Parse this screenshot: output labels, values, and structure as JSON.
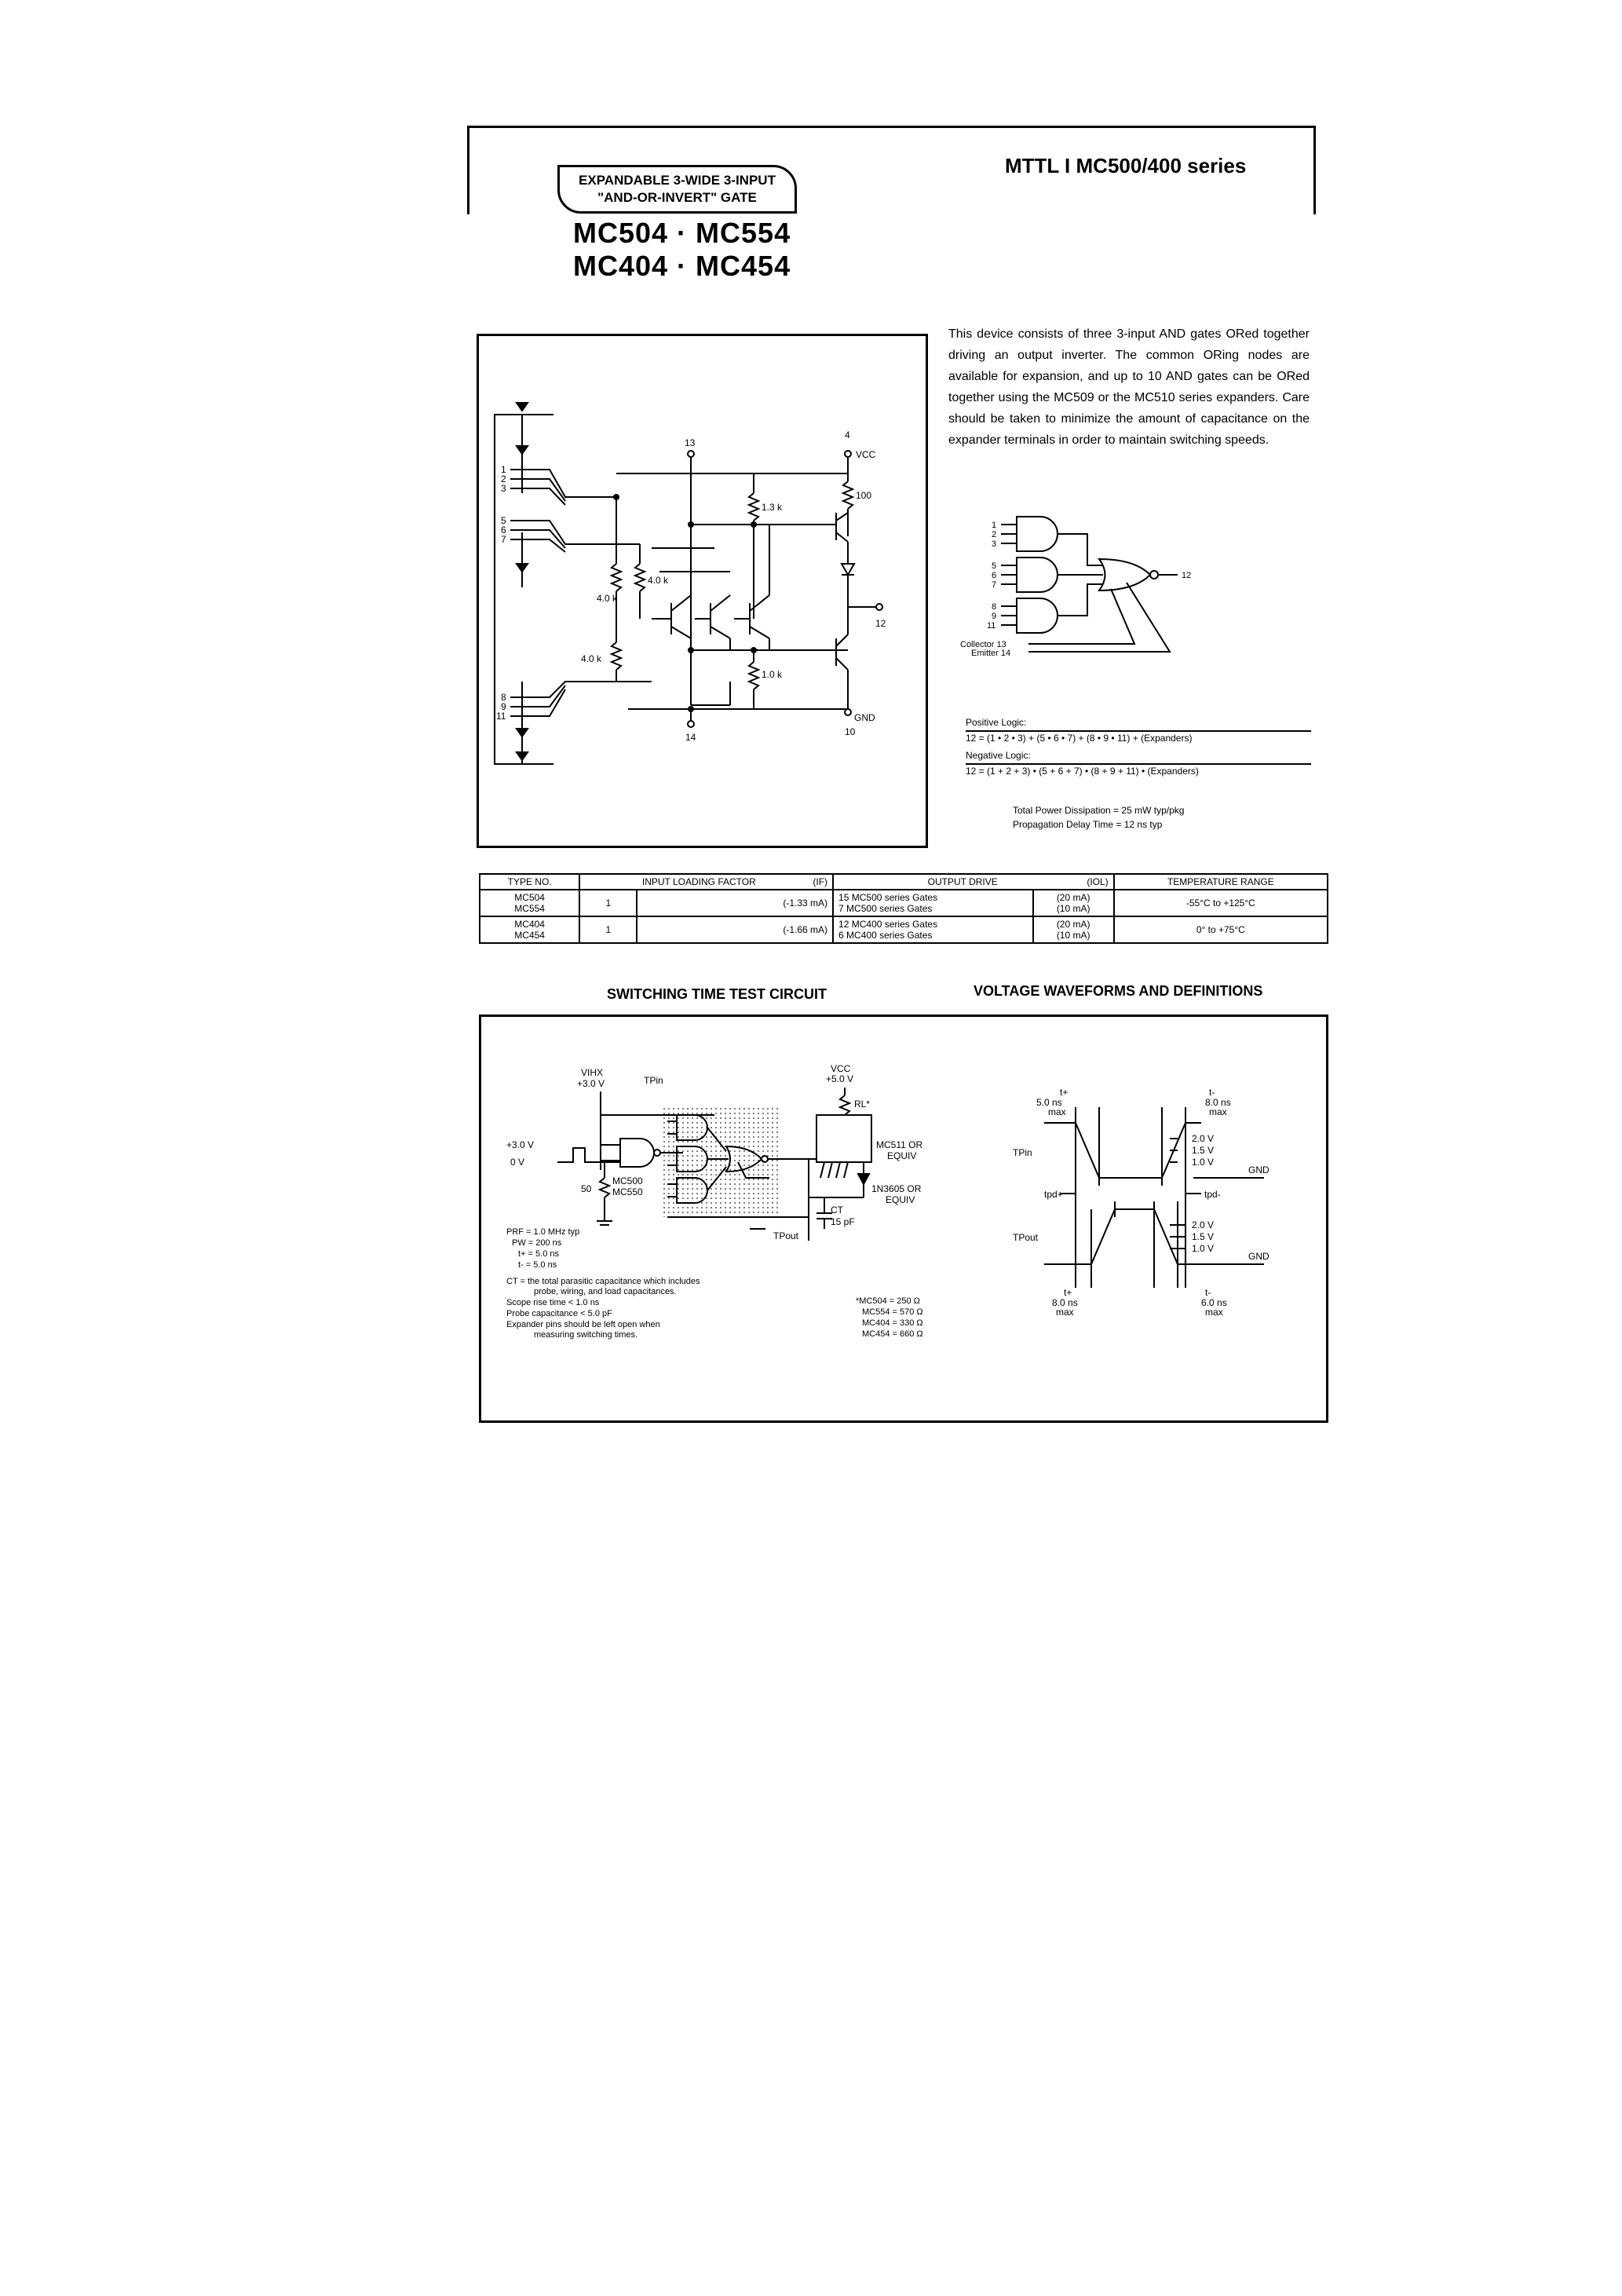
{
  "header": {
    "gate_line1": "EXPANDABLE 3-WIDE 3-INPUT",
    "gate_line2": "\"AND-OR-INVERT\" GATE",
    "series": "MTTL I MC500/400 series",
    "part_line1": "MC504 · MC554",
    "part_line2": "MC404 · MC454"
  },
  "description": "This device consists of three 3-input AND gates ORed together driving an output inverter. The common ORing nodes are available for expansion, and up to 10 AND gates can be ORed together using the MC509 or the MC510 series expanders. Care should be taken to minimize the amount of capacitance on the expander terminals in order to maintain switching speeds.",
  "schematic": {
    "pin13": "13",
    "pin4": "4",
    "vcc": "VCC",
    "r13k": "1.3 k",
    "r100": "100",
    "r40k_a": "4.0 k",
    "r40k_b": "4.0 k",
    "r40k_c": "4.0 k",
    "r10k": "1.0 k",
    "pin12": "12",
    "pin14": "14",
    "gnd": "GND",
    "pin10": "10",
    "in1": "1",
    "in2": "2",
    "in3": "3",
    "in5": "5",
    "in6": "6",
    "in7": "7",
    "in8": "8",
    "in9": "9",
    "in11": "11"
  },
  "logic": {
    "in1": "1",
    "in2": "2",
    "in3": "3",
    "in5": "5",
    "in6": "6",
    "in7": "7",
    "in8": "8",
    "in9": "9",
    "in11": "11",
    "out": "12",
    "collector": "Collector 13",
    "emitter": "Emitter 14",
    "positive_label": "Positive Logic:",
    "positive_eq": "12 = (1 • 2 • 3) + (5 • 6 • 7) + (8 • 9 • 11) + (Expanders)",
    "negative_label": "Negative Logic:",
    "negative_eq": "12 = (1 + 2 + 3) • (5 + 6 + 7) • (8 + 9 + 11) • (Expanders)",
    "power": "Total Power Dissipation = 25 mW typ/pkg",
    "delay": "Propagation Delay Time = 12 ns typ"
  },
  "spec_table": {
    "headers": [
      "TYPE NO.",
      "INPUT LOADING FACTOR",
      "(IF)",
      "OUTPUT DRIVE",
      "(IOL)",
      "TEMPERATURE RANGE"
    ],
    "rows": [
      {
        "types": "MC504\nMC554",
        "load": "1",
        "current": "(-1.33 mA)",
        "drive_a": "15   MC500 series Gates",
        "iol_a": "(20 mA)",
        "drive_b": "7   MC500 series Gates",
        "iol_b": "(10 mA)",
        "temp": "-55°C to +125°C"
      },
      {
        "types": "MC404\nMC454",
        "load": "1",
        "current": "(-1.66 mA)",
        "drive_a": "12   MC400 series Gates",
        "iol_a": "(20 mA)",
        "drive_b": "6   MC400 series Gates",
        "iol_b": "(10 mA)",
        "temp": "0° to +75°C"
      }
    ]
  },
  "sections": {
    "switching_title": "SWITCHING TIME TEST CIRCUIT",
    "waveform_title": "VOLTAGE WAVEFORMS AND DEFINITIONS"
  },
  "test_circuit": {
    "vihx": "VIHX",
    "v3": "+3.0 V",
    "tpin": "TPin",
    "vcc": "VCC",
    "v5": "+5.0 V",
    "rl": "RL*",
    "plus3": "+3.0 V",
    "zero": "0 V",
    "r50": "50",
    "mc500": "MC500",
    "mc550": "MC550",
    "mc511": "MC511 OR",
    "equiv1": "EQUIV",
    "diode": "1N3605 OR",
    "equiv2": "EQUIV",
    "ct": "CT",
    "ct_val": "15 pF",
    "tpout": "TPout",
    "prf": "PRF = 1.0 MHz typ",
    "pw": "PW = 200 ns",
    "tr": "t+ = 5.0 ns",
    "tf": "t- = 5.0 ns",
    "note1": "CT = the total parasitic capacitance which includes",
    "note1b": "probe, wiring, and load capacitances.",
    "note2": "Scope rise time < 1.0 ns",
    "note3": "Probe capacitance < 5.0 pF",
    "note4": "Expander pins should be left open when",
    "note4b": "measuring switching times.",
    "rl_values": [
      "*MC504 = 250 Ω",
      "MC554 = 570 Ω",
      "MC404 = 330 Ω",
      "MC454 = 660 Ω"
    ]
  },
  "waveform": {
    "tplus": "t+",
    "t5": "5.0 ns",
    "max1": "max",
    "tminus": "t-",
    "t8a": "8.0 ns",
    "max2": "max",
    "tpin": "TPin",
    "v20a": "2.0 V",
    "v15a": "1.5 V",
    "v10a": "1.0 V",
    "gnd1": "GND",
    "tpdplus": "tpd+",
    "tpdminus": "tpd-",
    "tpout": "TPout",
    "v20b": "2.0 V",
    "v15b": "1.5 V",
    "v10b": "1.0 V",
    "gnd2": "GND",
    "tplus2": "t+",
    "t8b": "8.0 ns",
    "max3": "max",
    "tminus2": "t-",
    "t6": "6.0 ns",
    "max4": "max"
  }
}
